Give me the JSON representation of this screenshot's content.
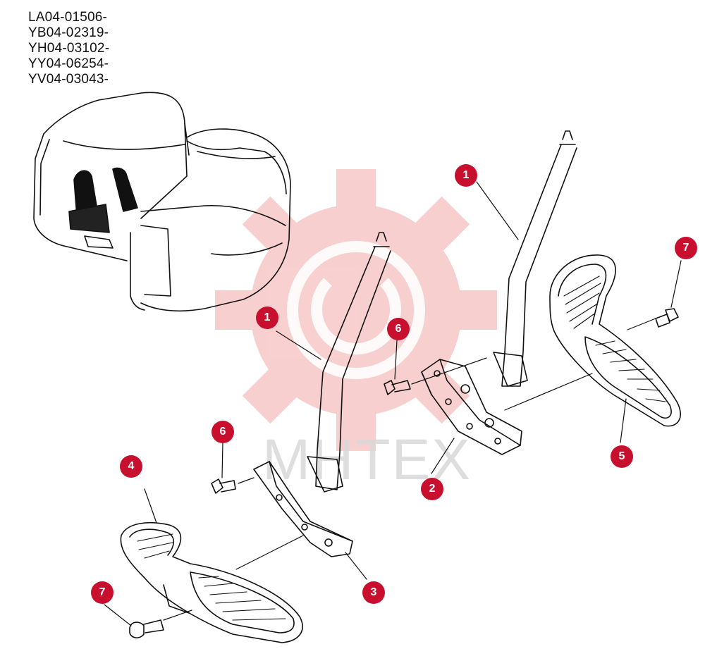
{
  "serial_numbers": [
    "LA04-01506-",
    "YB04-02319-",
    "YH04-03102-",
    "YY04-06254-",
    "YV04-03043-"
  ],
  "watermark": {
    "text": "MHTEX",
    "color": "#f5c6c6"
  },
  "callouts": [
    "1",
    "1",
    "2",
    "3",
    "4",
    "5",
    "6",
    "6",
    "7",
    "7"
  ],
  "colors": {
    "callout": "#c8102e",
    "line": "#111111",
    "watermark": "#f3b5b5"
  }
}
